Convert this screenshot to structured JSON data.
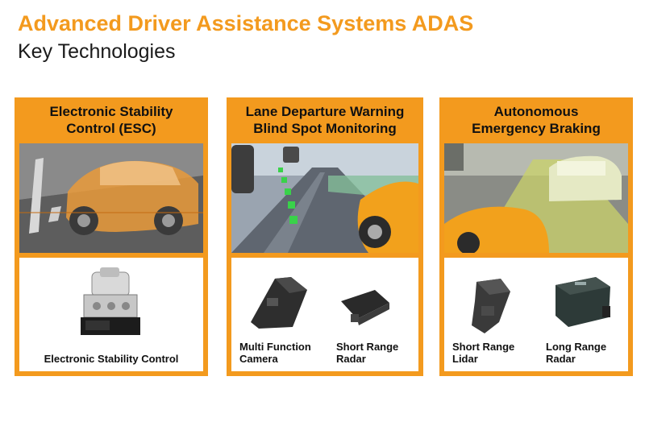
{
  "header": {
    "title": "Advanced Driver Assistance Systems ADAS",
    "subtitle": "Key Technologies"
  },
  "panels": [
    {
      "heading_line1": "Electronic Stability",
      "heading_line2": "Control (ESC)",
      "captions": [
        "Electronic Stability Control"
      ]
    },
    {
      "heading_line1": "Lane Departure Warning",
      "heading_line2": "Blind Spot Monitoring",
      "captions": [
        {
          "line1": "Multi Function",
          "line2": "Camera"
        },
        {
          "line1": "Short Range",
          "line2": "Radar"
        }
      ]
    },
    {
      "heading_line1": "Autonomous",
      "heading_line2": "Emergency Braking",
      "captions": [
        {
          "line1": "Short Range",
          "line2": "Lidar"
        },
        {
          "line1": "Long Range",
          "line2": "Radar"
        }
      ]
    }
  ],
  "colors": {
    "accent": "#f39a1e",
    "frame": "#f39a1e",
    "text": "#111111"
  }
}
